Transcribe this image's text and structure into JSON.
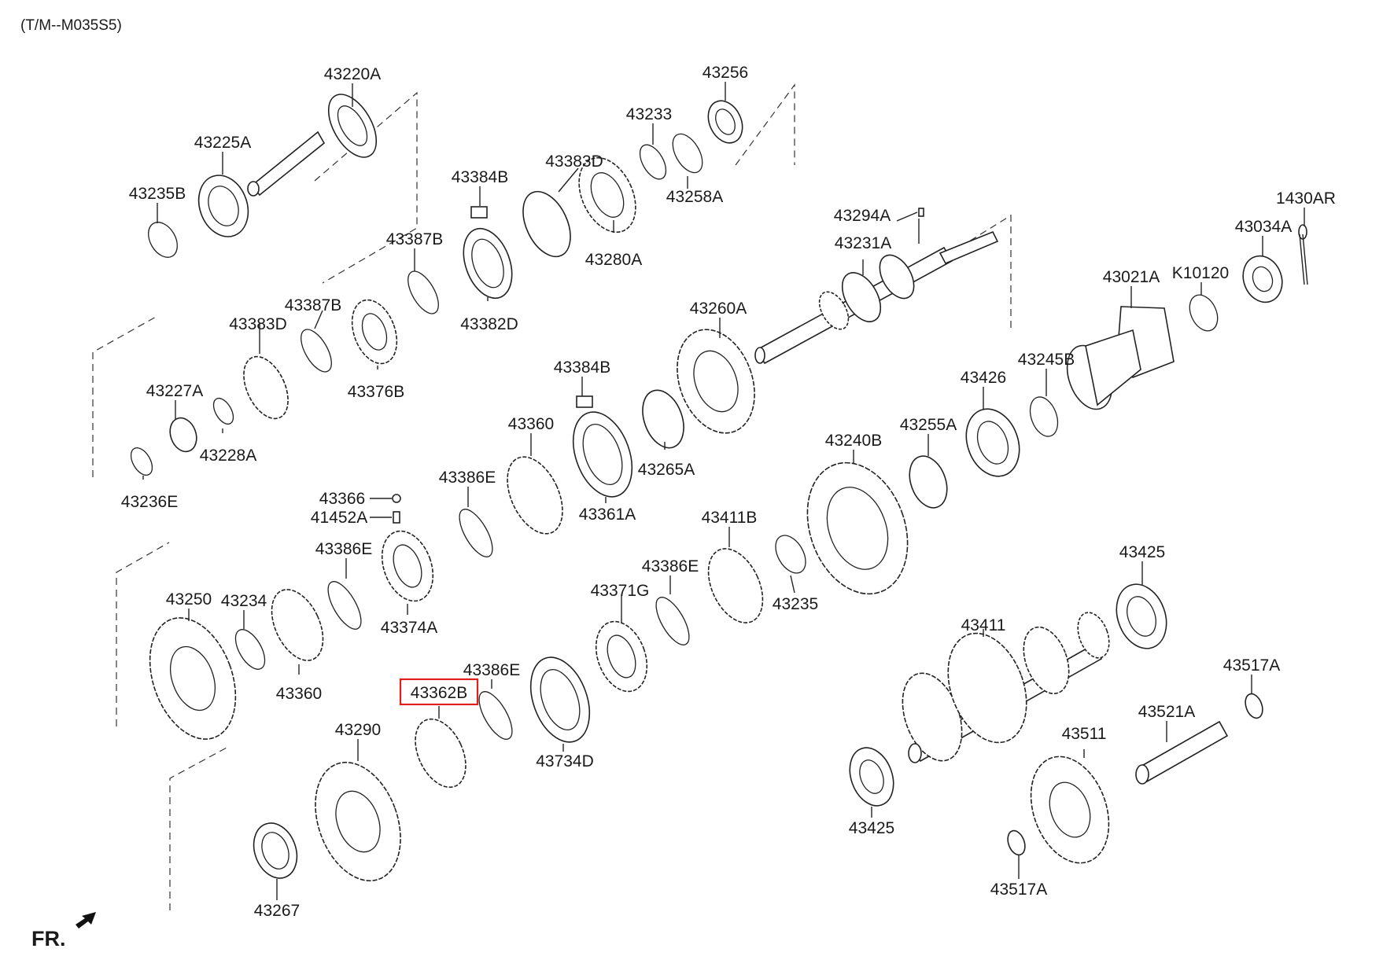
{
  "header": {
    "model_code": "(T/M--M035S5)"
  },
  "direction": {
    "label": "FR."
  },
  "highlighted_part": "43362B",
  "part_labels": {
    "p43220A": "43220A",
    "p43225A": "43225A",
    "p43235B": "43235B",
    "p43256": "43256",
    "p43233": "43233",
    "p43258A": "43258A",
    "p43384B_top": "43384B",
    "p43383D_top": "43383D",
    "p43280A": "43280A",
    "p43382D": "43382D",
    "p43387B_top": "43387B",
    "p43387B_mid": "43387B",
    "p43383D_mid": "43383D",
    "p43376B": "43376B",
    "p43227A": "43227A",
    "p43228A": "43228A",
    "p43236E": "43236E",
    "p43294A": "43294A",
    "p43231A": "43231A",
    "p1430AR": "1430AR",
    "p43034A": "43034A",
    "pK10120": "K10120",
    "p43021A": "43021A",
    "p43260A": "43260A",
    "p43384B_mid": "43384B",
    "p43245B": "43245B",
    "p43426": "43426",
    "p43360_top": "43360",
    "p43265A": "43265A",
    "p43255A": "43255A",
    "p43361A": "43361A",
    "p43240B": "43240B",
    "p43386E_a": "43386E",
    "p43366": "43366",
    "p41452A": "41452A",
    "p43386E_b": "43386E",
    "p43374A": "43374A",
    "p43411B": "43411B",
    "p43235": "43235",
    "p43425_top": "43425",
    "p43386E_c": "43386E",
    "p43371G": "43371G",
    "p43250": "43250",
    "p43234": "43234",
    "p43360_bot": "43360",
    "p43411": "43411",
    "p43517A_top": "43517A",
    "p43386E_d": "43386E",
    "p43362B": "43362B",
    "p43734D": "43734D",
    "p43521A": "43521A",
    "p43290": "43290",
    "p43511": "43511",
    "p43425_bot": "43425",
    "p43517A_bot": "43517A",
    "p43267": "43267"
  }
}
